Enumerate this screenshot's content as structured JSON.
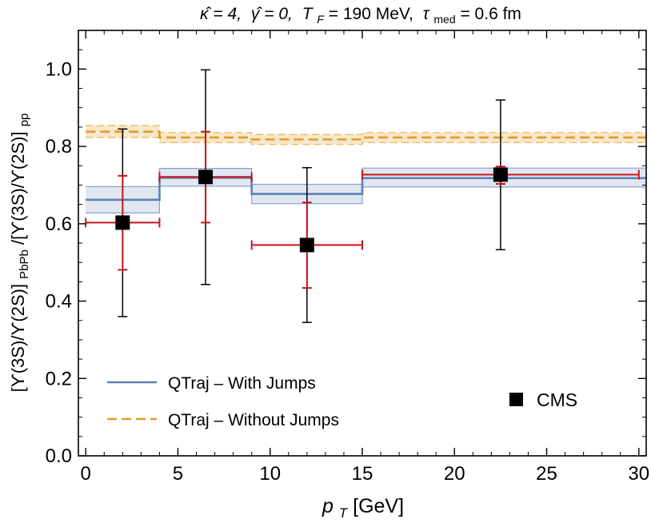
{
  "chart_data": {
    "type": "line",
    "title_parts": {
      "kappa": "κ̂ = 4,",
      "gamma": "γ̂ = 0,",
      "tf_sym": "T",
      "tf_sub": "F",
      "tf_val": " = 190 MeV,",
      "tau_sym": "τ",
      "tau_sub": "med",
      "tau_val": " = 0.6 fm"
    },
    "xlabel_parts": {
      "sym": "p",
      "sub": "T",
      "unit": " [GeV]"
    },
    "ylabel_parts": {
      "num": "[ϒ(3S)/ϒ(2S)]",
      "num_sub": "PbPb",
      "den": "/[ϒ(3S)/ϒ(2S)]",
      "den_sub": "pp"
    },
    "xlim": [
      -0.4,
      30.4
    ],
    "ylim": [
      0.0,
      1.1
    ],
    "x_ticks": [
      0,
      5,
      10,
      15,
      20,
      25,
      30
    ],
    "x_ticklabels": [
      "0",
      "5",
      "10",
      "15",
      "20",
      "25",
      "30"
    ],
    "y_ticks": [
      0.0,
      0.2,
      0.4,
      0.6,
      0.8,
      1.0
    ],
    "y_ticklabels": [
      "0.0",
      "0.2",
      "0.4",
      "0.6",
      "0.8",
      "1.0"
    ],
    "series": [
      {
        "name": "QTraj – With Jumps",
        "style": "solid",
        "color": "#5e81b5",
        "band_color": "#dbe3ef",
        "bins": [
          {
            "x0": 0,
            "x1": 4,
            "y": 0.662,
            "lo": 0.628,
            "hi": 0.696
          },
          {
            "x0": 4,
            "x1": 9,
            "y": 0.719,
            "lo": 0.697,
            "hi": 0.743
          },
          {
            "x0": 9,
            "x1": 15,
            "y": 0.677,
            "lo": 0.652,
            "hi": 0.702
          },
          {
            "x0": 15,
            "x1": 30.4,
            "y": 0.718,
            "lo": 0.695,
            "hi": 0.744
          }
        ]
      },
      {
        "name": "QTraj – Without Jumps",
        "style": "dashed",
        "color": "#e19c24",
        "band_color": "#f7e3c1",
        "bins": [
          {
            "x0": 0,
            "x1": 4,
            "y": 0.838,
            "lo": 0.823,
            "hi": 0.854
          },
          {
            "x0": 4,
            "x1": 9,
            "y": 0.823,
            "lo": 0.81,
            "hi": 0.836
          },
          {
            "x0": 9,
            "x1": 15,
            "y": 0.818,
            "lo": 0.805,
            "hi": 0.831
          },
          {
            "x0": 15,
            "x1": 30.4,
            "y": 0.823,
            "lo": 0.81,
            "hi": 0.836
          }
        ]
      },
      {
        "name": "CMS",
        "style": "markers",
        "marker_color": "#000000",
        "stat_color": "#000000",
        "syst_color": "#c8141c",
        "points": [
          {
            "x": 2.0,
            "y": 0.603,
            "xlo": 0,
            "xhi": 4,
            "stat_lo": 0.36,
            "stat_hi": 0.845,
            "syst_lo": 0.481,
            "syst_hi": 0.724
          },
          {
            "x": 6.5,
            "y": 0.721,
            "xlo": 4,
            "xhi": 9,
            "stat_lo": 0.443,
            "stat_hi": 0.998,
            "syst_lo": 0.603,
            "syst_hi": 0.838
          },
          {
            "x": 12.0,
            "y": 0.545,
            "xlo": 9,
            "xhi": 15,
            "stat_lo": 0.345,
            "stat_hi": 0.745,
            "syst_lo": 0.434,
            "syst_hi": 0.655
          },
          {
            "x": 22.5,
            "y": 0.727,
            "xlo": 15,
            "xhi": 30,
            "stat_lo": 0.533,
            "stat_hi": 0.92,
            "syst_lo": 0.703,
            "syst_hi": 0.748
          }
        ]
      }
    ],
    "legend": {
      "placement": "bottom-left",
      "entries": [
        "QTraj – With Jumps",
        "QTraj – Without Jumps"
      ],
      "cms_placement": "bottom-right",
      "cms_entry": "CMS"
    }
  }
}
